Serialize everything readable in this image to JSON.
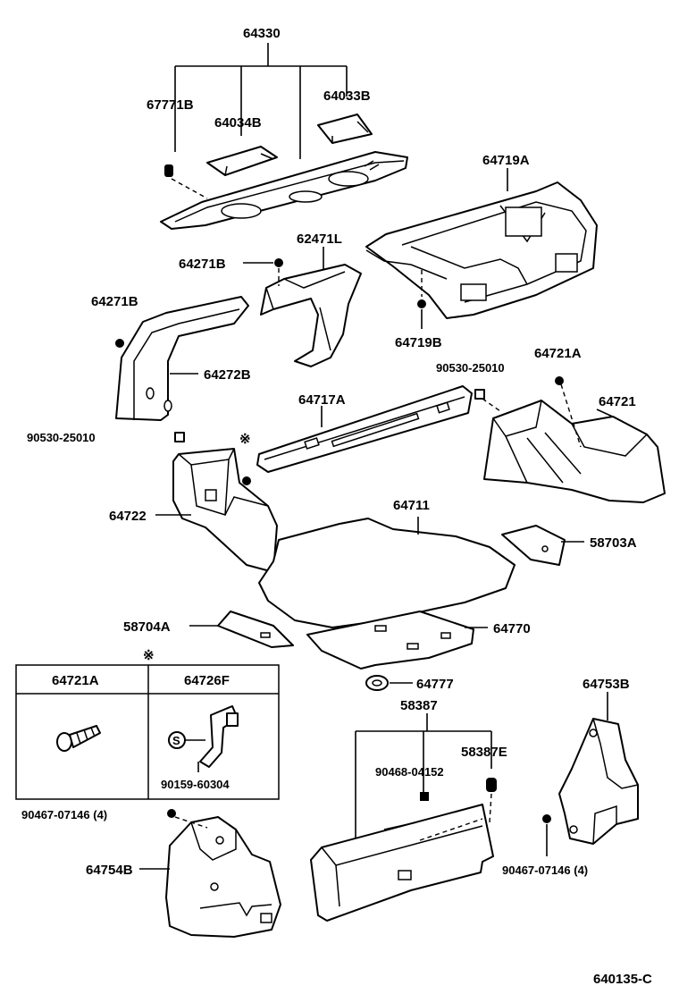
{
  "labels": {
    "p64330": "64330",
    "p67771B": "67771B",
    "p64034B": "64034B",
    "p64033B": "64033B",
    "p64719A": "64719A",
    "p62471L": "62471L",
    "p64271B_a": "64271B",
    "p64271B_b": "64271B",
    "p64719B": "64719B",
    "p64272B": "64272B",
    "p90530_a": "90530-25010",
    "p64721A": "64721A",
    "p64721": "64721",
    "p64717A": "64717A",
    "p90530_b": "90530-25010",
    "p64722": "64722",
    "p64711": "64711",
    "p58703A": "58703A",
    "p58704A": "58704A",
    "p64770": "64770",
    "p64777": "64777",
    "p58387": "58387",
    "p64753B": "64753B",
    "p90468": "90468-04152",
    "p58387E": "58387E",
    "p90467_a": "90467-07146 (4)",
    "p90467_b": "90467-07146 (4)",
    "p64754B": "64754B",
    "footer": "640135-C"
  },
  "note_mark": "※",
  "legend": {
    "col1": "64721A",
    "col2": "64726F",
    "part_no": "90159-60304",
    "s_mark": "S"
  }
}
